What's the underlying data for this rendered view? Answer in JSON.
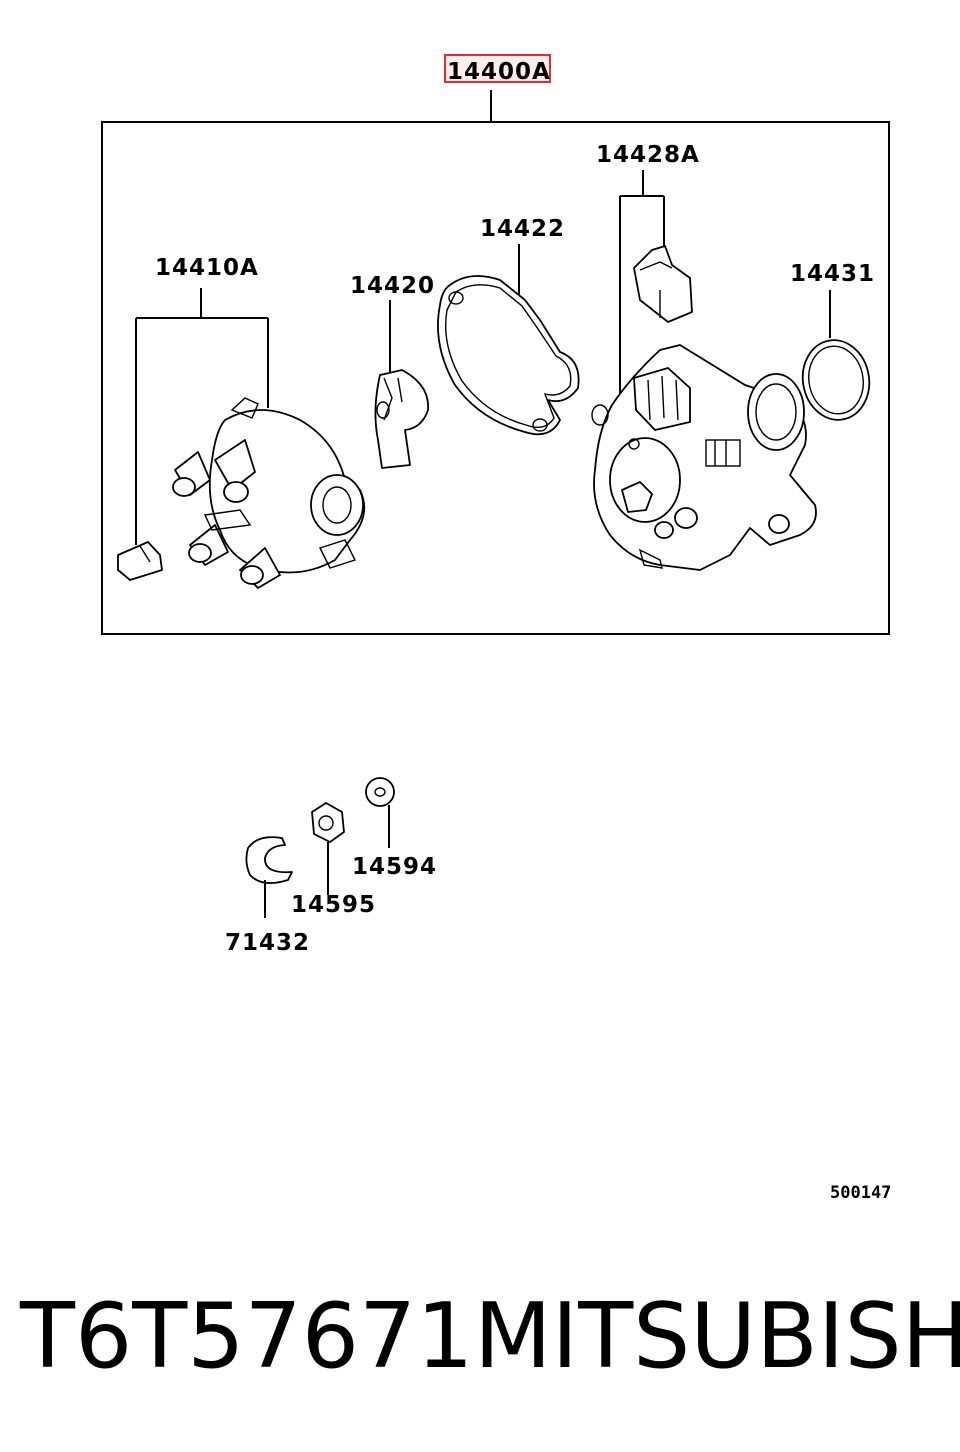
{
  "diagram": {
    "main_callout": "14400A",
    "highlight_color": "#e03030",
    "callouts": {
      "cap": "14410A",
      "rotor": "14420",
      "gasket": "14422",
      "connector": "14428A",
      "oring": "14431",
      "bolt_washer": "14594",
      "nut": "14595",
      "clip": "71432"
    },
    "reference_code": "500147"
  },
  "footer": {
    "part_number": "T6T57671",
    "brand": "MITSUBISHI"
  }
}
